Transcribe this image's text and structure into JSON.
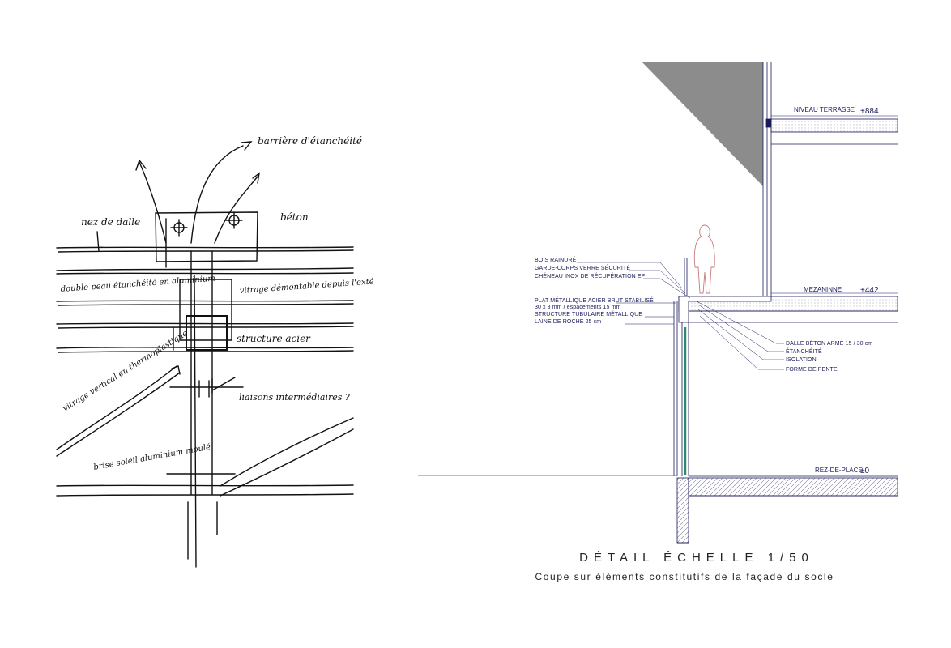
{
  "sketch": {
    "notes": [
      "barrière d'étanchéité",
      "nez de dalle",
      "béton",
      "double peau étanchéité en aluminium",
      "vitrage démontable depuis l'extérieur",
      "structure acier",
      "vitrage vertical en thermoplastique",
      "liaisons intermédiaires ?",
      "brise soleil aluminium moulé"
    ]
  },
  "section": {
    "levels": [
      {
        "name": "NIVEAU TERRASSE",
        "value": "+884"
      },
      {
        "name": "MEZANINNE",
        "value": "+442"
      },
      {
        "name": "REZ-DE-PLACE",
        "value": "±0"
      }
    ],
    "left_labels": [
      "BOIS RAINURÉ",
      "GARDE-CORPS VERRE SÉCURITÉ",
      "CHÉNEAU INOX DE RÉCUPÉRATION EP",
      "PLAT MÉTALLIQUE ACIER BRUT STABILISÉ",
      "30 x 3 mm / espacements 15 mm",
      "STRUCTURE TUBULAIRE MÉTALLIQUE",
      "LAINE DE ROCHE 25 cm"
    ],
    "right_labels": [
      "DALLE BÉTON ARMÉ 15 / 30 cm",
      "ÉTANCHÉITÉ",
      "ISOLATION",
      "FORME DE PENTE"
    ],
    "colors": {
      "line": "#1a1a5a",
      "glass": "#2e8a6a",
      "shadow": "#8c8c8c"
    }
  },
  "caption": {
    "title": "DÉTAIL   ÉCHELLE 1/50",
    "subtitle": "Coupe sur éléments constitutifs de la façade du socle"
  }
}
